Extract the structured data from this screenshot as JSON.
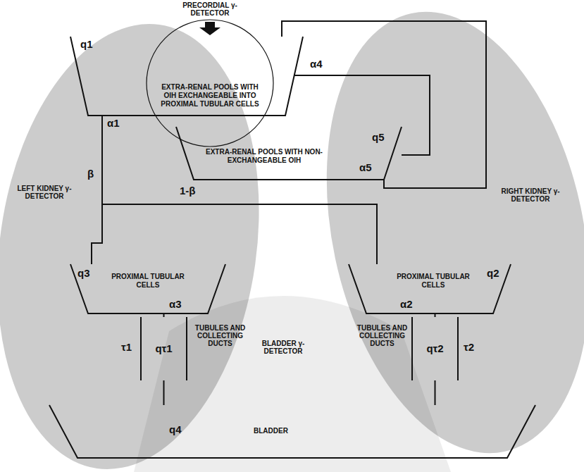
{
  "diagram": {
    "nodes": [
      {
        "text": [
          "q1",
          "EXTRA-RENAL POOLS WITH OIH EXCHANGEABLE INTO PROXIMAL TUBULAR CELLS"
        ]
      },
      {
        "text": [
          "EXTRA-RENAL POOLS WITH NON-EXCHANGEABLE OIH",
          "q5"
        ]
      },
      {
        "text": [
          "q3",
          "PROXIMAL TUBULAR CELLS"
        ]
      },
      {
        "text": [
          "PROXIMAL TUBULAR CELLS",
          "q2"
        ]
      },
      {
        "text": [
          "qτ1"
        ]
      },
      {
        "text": [
          "qτ2"
        ]
      },
      {
        "text": [
          "q4",
          "BLADDER"
        ]
      }
    ],
    "edges": [
      {
        "from": 0,
        "to": 2,
        "arrow": "none"
      },
      {
        "from": 0,
        "to": 3,
        "arrow": "none"
      },
      {
        "from": 0,
        "to": 1,
        "arrow": "none"
      },
      {
        "from": 1,
        "to": 0,
        "arrow": "none"
      },
      {
        "from": 2,
        "to": 4,
        "arrow": "none"
      },
      {
        "from": 3,
        "to": 5,
        "arrow": "none"
      },
      {
        "from": 4,
        "to": 6,
        "arrow": "none"
      },
      {
        "from": 5,
        "to": 6,
        "arrow": "none"
      }
    ],
    "labels": [
      "PRECORDIAL γ-DETECTOR",
      "α1",
      "α4",
      "α5",
      "β",
      "1-β",
      "LEFT KIDNEY γ-DETECTOR",
      "RIGHT KIDNEY γ-DETECTOR",
      "α3",
      "α2",
      "τ1",
      "τ2",
      "TUBULES AND COLLECTING DUCTS",
      "TUBULES AND COLLECTING DUCTS",
      "BLADDER γ-DETECTOR"
    ]
  }
}
